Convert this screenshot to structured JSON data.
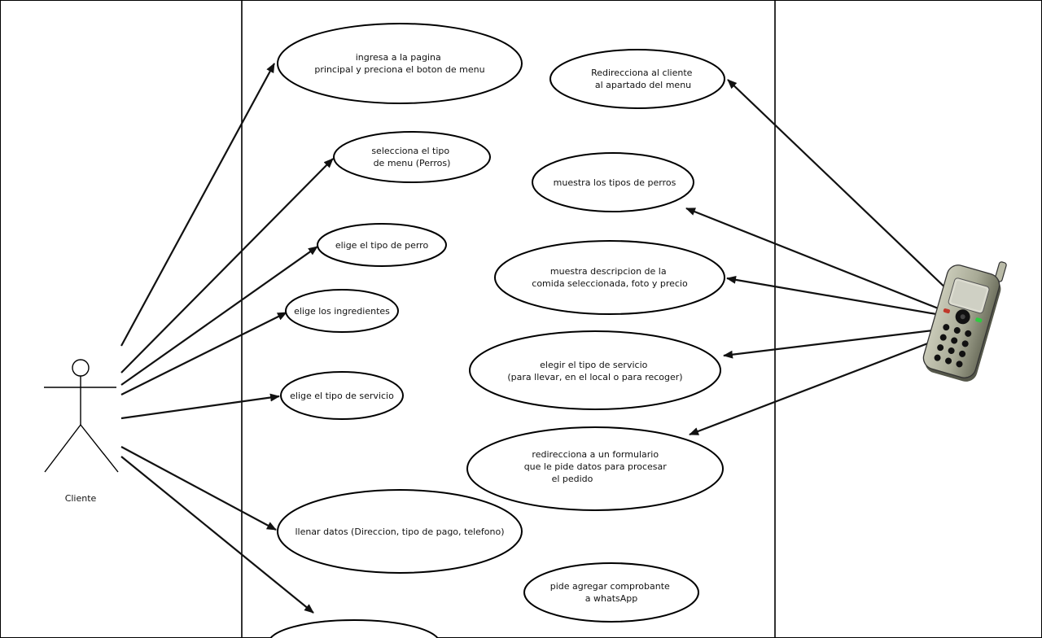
{
  "actors": {
    "cliente": {
      "label": "Cliente"
    },
    "sistema": {
      "label": ""
    }
  },
  "use_cases": [
    {
      "id": "uc-ingresa",
      "lines": [
        "ingresa a la pagina",
        "principal y preciona el boton de menu"
      ]
    },
    {
      "id": "uc-selecciona-menu",
      "lines": [
        "selecciona el tipo",
        "de menu (Perros)"
      ]
    },
    {
      "id": "uc-elige-perro",
      "lines": [
        "elige el tipo de perro"
      ]
    },
    {
      "id": "uc-ingredientes",
      "lines": [
        "elige los ingredientes"
      ]
    },
    {
      "id": "uc-servicio",
      "lines": [
        "elige el tipo de servicio"
      ]
    },
    {
      "id": "uc-llenar-datos",
      "lines": [
        "llenar datos (Direccion, tipo de pago, telefono)"
      ]
    },
    {
      "id": "uc-bottom-cut",
      "lines": []
    },
    {
      "id": "uc-redirecciona-menu",
      "lines": [
        "Redirecciona al cliente",
        "al apartado del menu"
      ]
    },
    {
      "id": "uc-muestra-perros",
      "lines": [
        "muestra los tipos de perros"
      ]
    },
    {
      "id": "uc-muestra-descripcion",
      "lines": [
        "muestra descripcion de la",
        "comida seleccionada, foto y precio"
      ]
    },
    {
      "id": "uc-elegir-servicio",
      "lines": [
        "elegir el tipo de servicio",
        "(para llevar, en el local o para recoger)"
      ]
    },
    {
      "id": "uc-formulario",
      "lines": [
        "redirecciona a un formulario",
        "que le pide datos para procesar",
        "el pedido"
      ]
    },
    {
      "id": "uc-comprobante",
      "lines": [
        "pide agregar comprobante",
        "a whatsApp"
      ]
    }
  ]
}
